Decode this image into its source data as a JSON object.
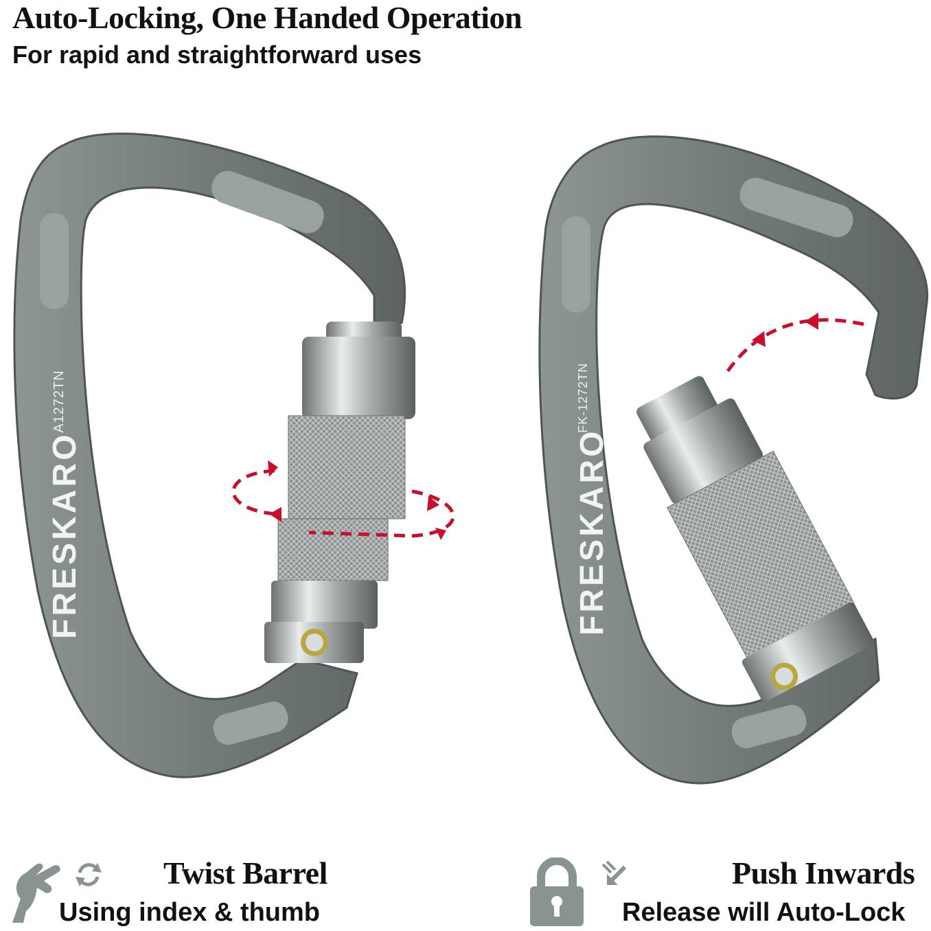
{
  "header": {
    "title": "Auto-Locking, One Handed Operation",
    "subtitle": "For rapid and straightforward uses"
  },
  "left_carabiner": {
    "brand": "FRESKARO",
    "model": "A1272TN"
  },
  "right_carabiner": {
    "brand": "FRESKARO",
    "model": "FK-1272TN"
  },
  "instructions": {
    "twist": {
      "title": "Twist Barrel",
      "subtitle": "Using index & thumb",
      "icons": [
        "hand-twist-icon",
        "rotate-icon"
      ]
    },
    "push": {
      "title": "Push Inwards",
      "subtitle": "Release will Auto-Lock",
      "icons": [
        "padlock-icon",
        "push-arrow-icon"
      ]
    }
  },
  "colors": {
    "metal": "#7b8181",
    "metal_dark": "#5d6262",
    "arrow": "#c8102e",
    "icon": "#8a948f"
  }
}
